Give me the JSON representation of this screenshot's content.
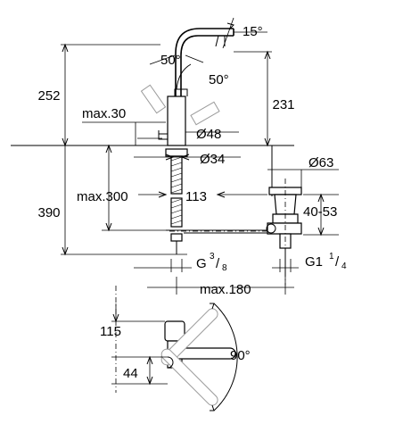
{
  "dimensions": {
    "spout_angle": "15°",
    "lever_angle_left": "50°",
    "lever_angle_right": "50°",
    "total_height": "252",
    "spout_height": "231",
    "max_deck_thickness": "max.30",
    "body_diameter": "Ø48",
    "hole_diameter": "Ø34",
    "drain_diameter": "Ø63",
    "max_hose_length": "max.300",
    "spout_projection": "113",
    "drain_height_range": "40-53",
    "below_deck_height": "390",
    "connection_thread": "G",
    "connection_thread_num": "3",
    "connection_thread_den": "8",
    "drain_thread": "G1",
    "drain_thread_num": "1",
    "drain_thread_den": "4",
    "max_reach": "max.180",
    "top_view_depth": "115",
    "top_view_offset": "44",
    "rotation_angle": "90°"
  }
}
